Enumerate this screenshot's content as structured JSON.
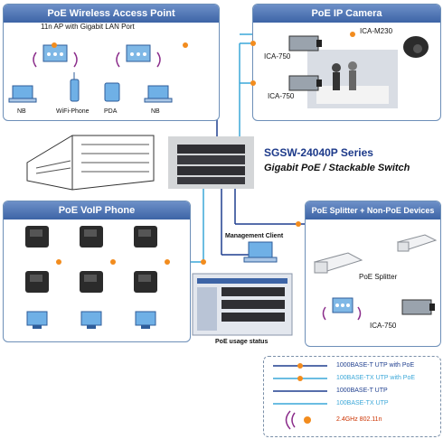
{
  "colors": {
    "poe_gigabit": "#1f3f8f",
    "poe_fast": "#3aa7d8",
    "gigabit": "#1f3f8f",
    "fast": "#3aa7d8",
    "panel_header": "#4a72b4",
    "poe_dot": "#f28c1e"
  },
  "panels": {
    "wireless": {
      "title": "PoE Wireless Access Point",
      "caption": "11n AP with Gigabit LAN Port",
      "devices": [
        "NB",
        "WiFi-Phone",
        "PDA",
        "NB"
      ]
    },
    "camera": {
      "title": "PoE IP Camera",
      "labels": [
        "ICA-M230",
        "ICA-750",
        "ICA-750"
      ]
    },
    "voip": {
      "title": "PoE VoIP Phone"
    },
    "splitter": {
      "title": "PoE Splitter + Non-PoE Devices",
      "splitter_label": "PoE Splitter",
      "camera_label": "ICA-750"
    }
  },
  "switch": {
    "model": "SGSW-24040P Series",
    "subtitle": "Gigabit PoE / Stackable Switch"
  },
  "management": {
    "client_label": "Management Client",
    "status_label": "PoE usage status"
  },
  "legend": [
    {
      "label": "1000BASE-T UTP with PoE",
      "color": "#1f3f8f",
      "poe": true
    },
    {
      "label": "100BASE-TX UTP with PoE",
      "color": "#3aa7d8",
      "poe": true
    },
    {
      "label": "1000BASE-T UTP",
      "color": "#1f3f8f",
      "poe": false
    },
    {
      "label": "100BASE-TX UTP",
      "color": "#3aa7d8",
      "poe": false
    },
    {
      "label": "2.4GHz 802.11n",
      "color": "#cc6600",
      "poe": false,
      "wireless": true
    }
  ]
}
